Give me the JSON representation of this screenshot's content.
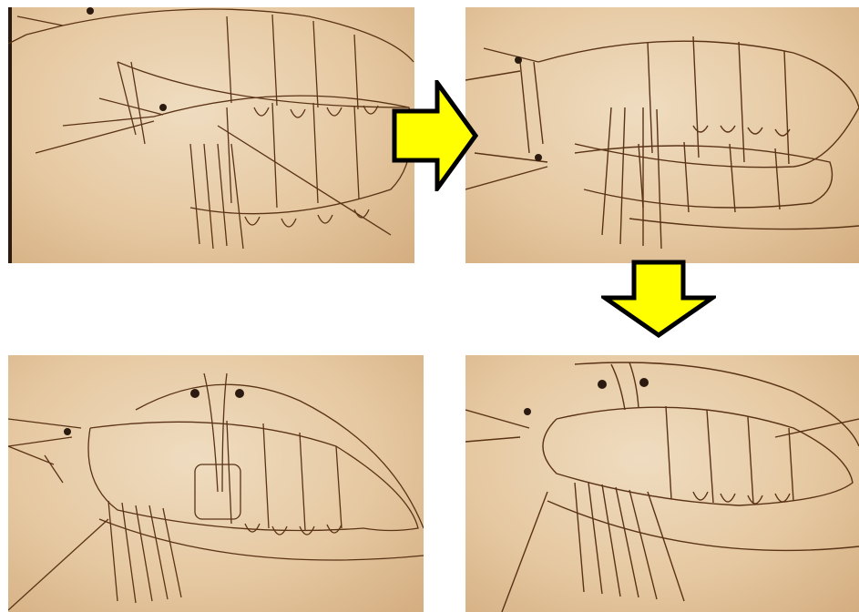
{
  "figure": {
    "panels": [
      {
        "id": "panel-1",
        "subject": "shrimp-pyrography-stage-1"
      },
      {
        "id": "panel-2",
        "subject": "shrimp-pyrography-stage-2"
      },
      {
        "id": "panel-3",
        "subject": "shrimp-pyrography-stage-3"
      },
      {
        "id": "panel-4",
        "subject": "shrimp-pyrography-stage-4"
      }
    ],
    "arrows": [
      {
        "icon": "arrow-right-icon",
        "from": "panel-1",
        "to": "panel-2"
      },
      {
        "icon": "arrow-down-icon",
        "from": "panel-2",
        "to": "panel-4"
      }
    ],
    "colors": {
      "arrow_fill": "#ffff00",
      "arrow_stroke": "#000000",
      "wood": "#e6c9a2",
      "burn_line": "#5a3215"
    }
  }
}
